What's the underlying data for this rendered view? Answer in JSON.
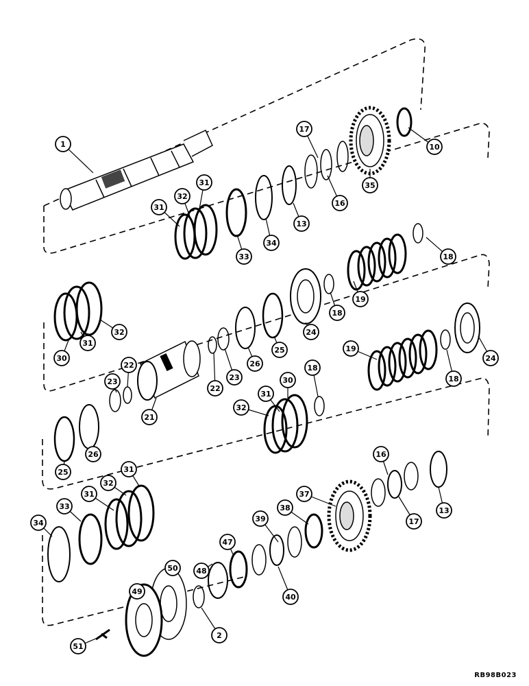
{
  "figure": {
    "reference_code": "RB98B023",
    "ink_color": "#000000",
    "paper_color": "#ffffff"
  },
  "callouts": [
    "1",
    "10",
    "17",
    "35",
    "16",
    "31",
    "32",
    "31",
    "13",
    "34",
    "33",
    "18",
    "19",
    "18",
    "24",
    "32",
    "31",
    "30",
    "25",
    "26",
    "23",
    "22",
    "21",
    "22",
    "23",
    "30",
    "18",
    "19",
    "18",
    "24",
    "32",
    "31",
    "26",
    "25",
    "31",
    "32",
    "31",
    "16",
    "37",
    "38",
    "17",
    "13",
    "34",
    "33",
    "39",
    "47",
    "40",
    "48",
    "50",
    "49",
    "2",
    "51"
  ]
}
